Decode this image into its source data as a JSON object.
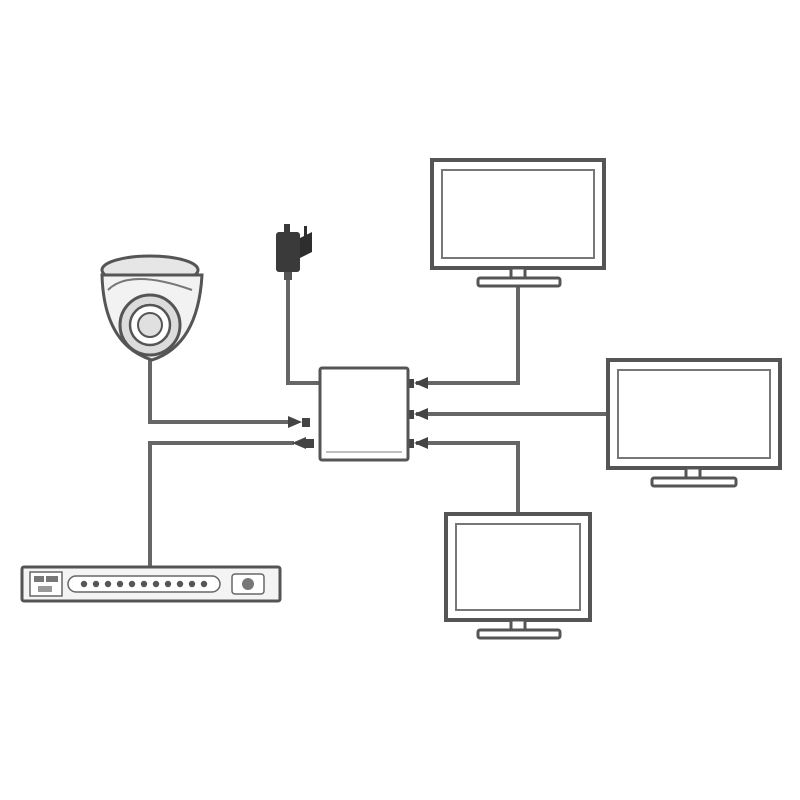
{
  "diagram": {
    "colors": {
      "line": "#555555",
      "cable": "#666666",
      "background": "#ffffff",
      "device_fill": "#ffffff",
      "plug": "#333333"
    },
    "nodes": [
      {
        "id": "dome-camera",
        "icon": "dome-camera-icon"
      },
      {
        "id": "power-adapter",
        "icon": "power-adapter-icon"
      },
      {
        "id": "video-splitter",
        "icon": "splitter-box-icon"
      },
      {
        "id": "dvr-recorder",
        "icon": "dvr-icon"
      },
      {
        "id": "monitor-top",
        "icon": "monitor-icon"
      },
      {
        "id": "monitor-right",
        "icon": "monitor-icon"
      },
      {
        "id": "monitor-bottom",
        "icon": "monitor-icon"
      }
    ],
    "connections": [
      {
        "from": "dome-camera",
        "to": "video-splitter"
      },
      {
        "from": "dvr-recorder",
        "to": "video-splitter"
      },
      {
        "from": "power-adapter",
        "to": "video-splitter"
      },
      {
        "from": "video-splitter",
        "to": "monitor-top"
      },
      {
        "from": "video-splitter",
        "to": "monitor-right"
      },
      {
        "from": "video-splitter",
        "to": "monitor-bottom"
      }
    ]
  }
}
